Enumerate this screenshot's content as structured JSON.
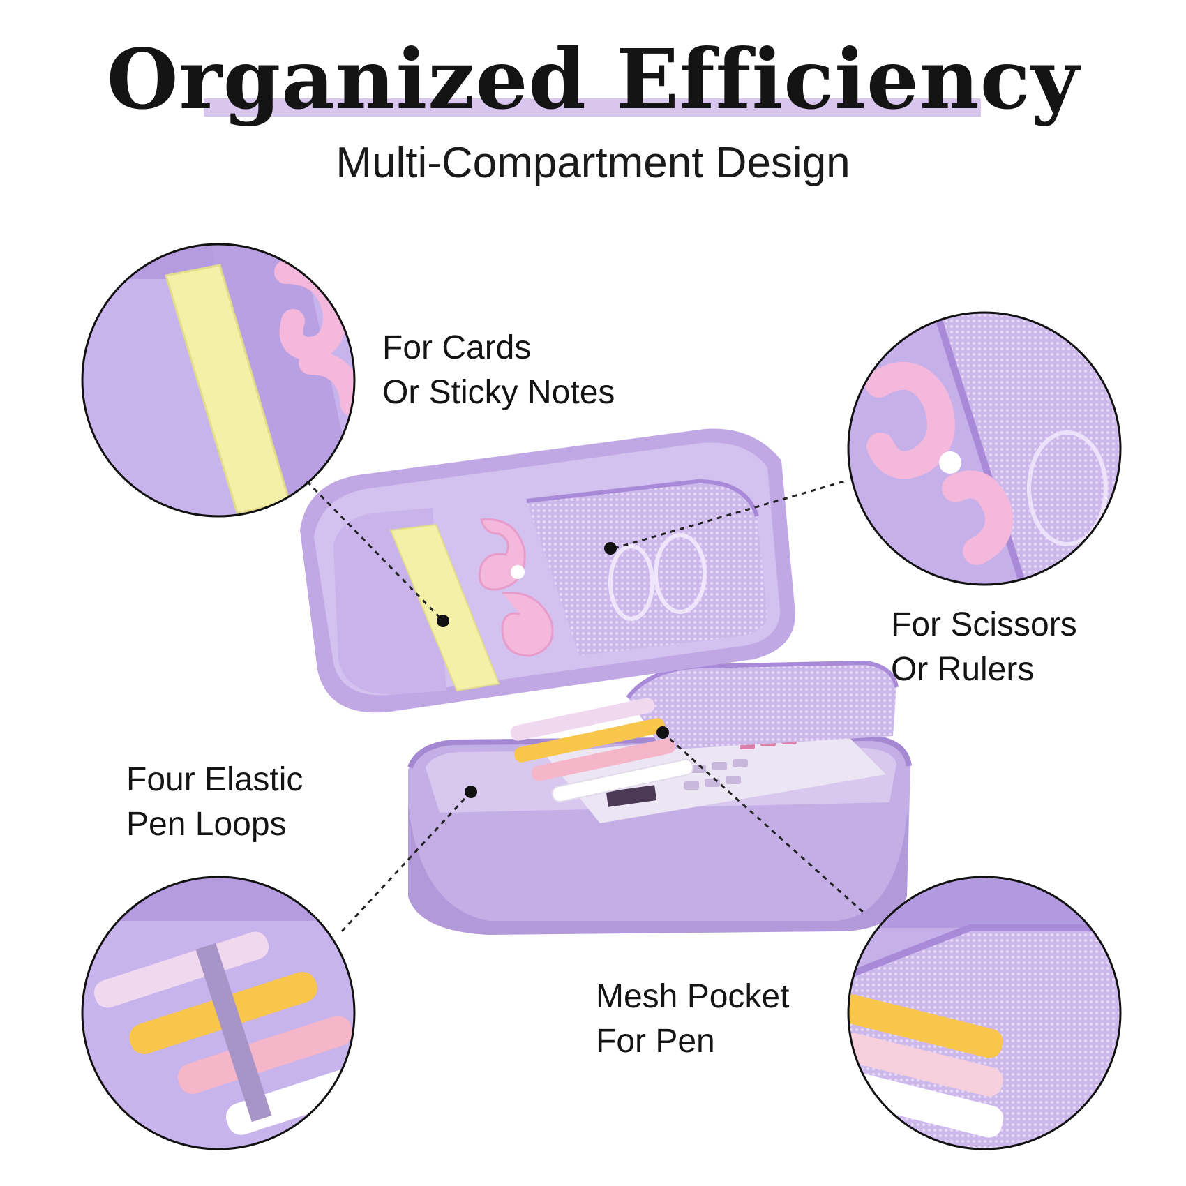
{
  "header": {
    "title": "Organized Efficiency",
    "subtitle": "Multi-Compartment Design"
  },
  "callouts": {
    "cards": {
      "line1": "For Cards",
      "line2": "Or Sticky Notes"
    },
    "scissors": {
      "line1": "For Scissors",
      "line2": "Or Rulers"
    },
    "pen_loops": {
      "line1": "Four Elastic",
      "line2": "Pen Loops"
    },
    "mesh": {
      "line1": "Mesh Pocket",
      "line2": "For Pen"
    }
  },
  "colors": {
    "accent_lavender": "#d8c6ee",
    "case_purple": "#b99ee0",
    "sticky_yellow": "#f5f0a8",
    "scissor_pink": "#f3b8dc"
  }
}
